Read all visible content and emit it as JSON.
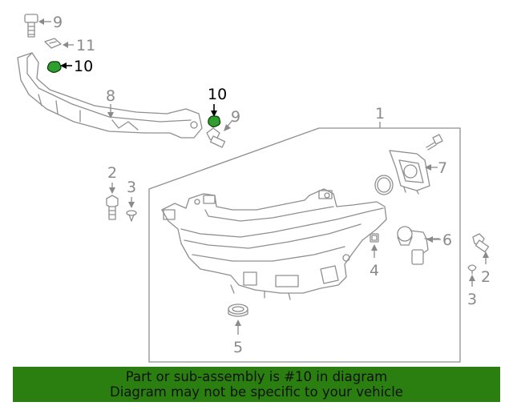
{
  "callouts": [
    {
      "id": "c9a",
      "label": "9"
    },
    {
      "id": "c11",
      "label": "11"
    },
    {
      "id": "c10a",
      "label": "10",
      "highlight": true
    },
    {
      "id": "c8",
      "label": "8"
    },
    {
      "id": "c10b",
      "label": "10",
      "highlight": true
    },
    {
      "id": "c9b",
      "label": "9"
    },
    {
      "id": "c1",
      "label": "1"
    },
    {
      "id": "c2a",
      "label": "2"
    },
    {
      "id": "c3a",
      "label": "3"
    },
    {
      "id": "c7",
      "label": "7"
    },
    {
      "id": "c6",
      "label": "6"
    },
    {
      "id": "c4",
      "label": "4"
    },
    {
      "id": "c2b",
      "label": "2"
    },
    {
      "id": "c3b",
      "label": "3"
    },
    {
      "id": "c5",
      "label": "5"
    }
  ],
  "colors": {
    "banner_bg": "#2a7f10",
    "highlight_part": "#2e9e2e",
    "line_gray": "#8f8f8f"
  },
  "banner": {
    "line1": "Part or sub-assembly is #10 in diagram",
    "line2": "Diagram may not be specific to your vehicle"
  }
}
